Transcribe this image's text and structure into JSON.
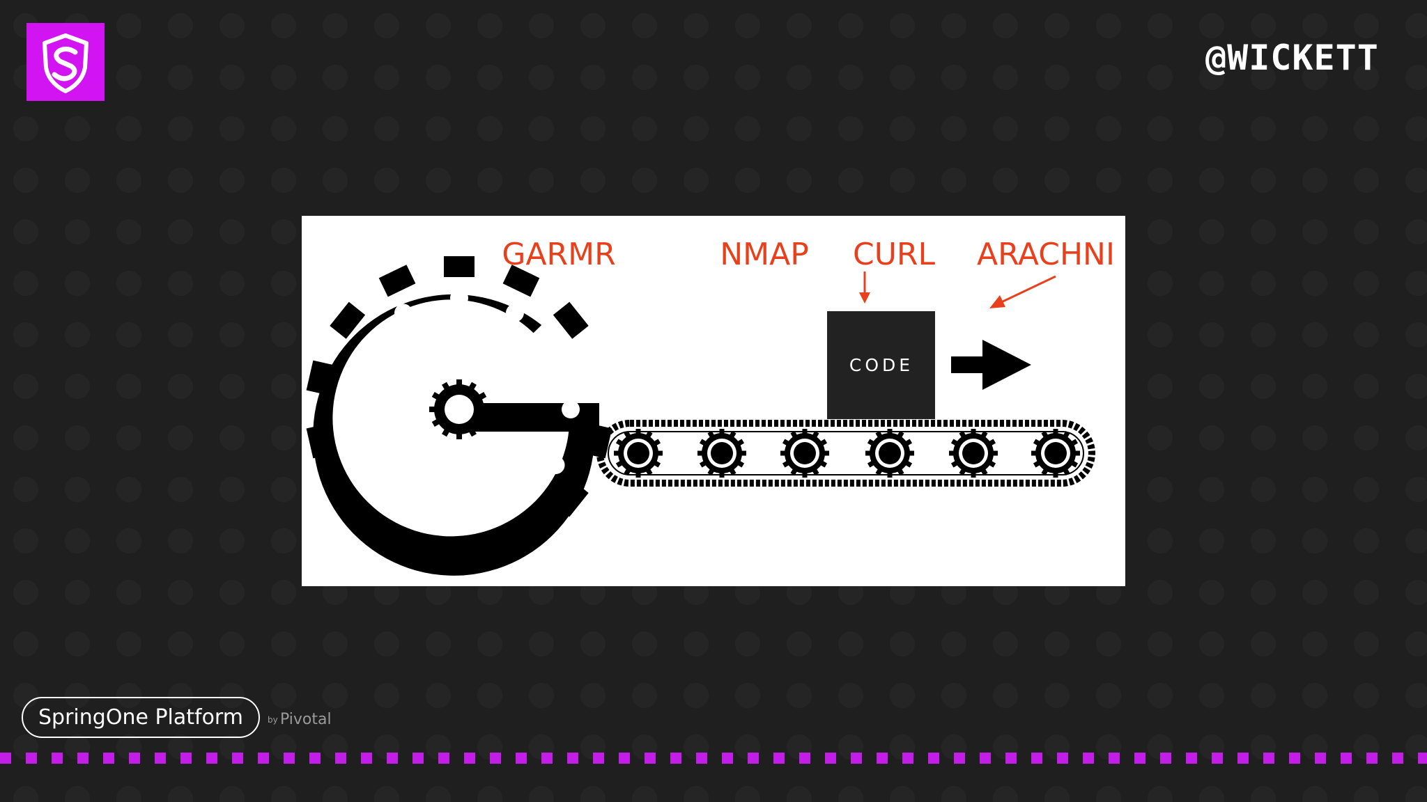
{
  "header": {
    "logo_icon": "shield-s-logo-icon",
    "logo_color": "#d214f2",
    "handle": "@WICKETT"
  },
  "slide": {
    "labels": [
      "GARMR",
      "NMAP",
      "CURL",
      "ARACHNI"
    ],
    "code_box": "CODE",
    "label_color": "#e8401c",
    "gear_logo_icon": "gear-g-logo-icon",
    "conveyor_icon": "conveyor-belt-icon",
    "arrow_icon": "arrow-right-icon"
  },
  "footer": {
    "brand": "SpringOne Platform",
    "by": "by",
    "company": "Pivotal",
    "accent_color": "#c21ee8"
  }
}
